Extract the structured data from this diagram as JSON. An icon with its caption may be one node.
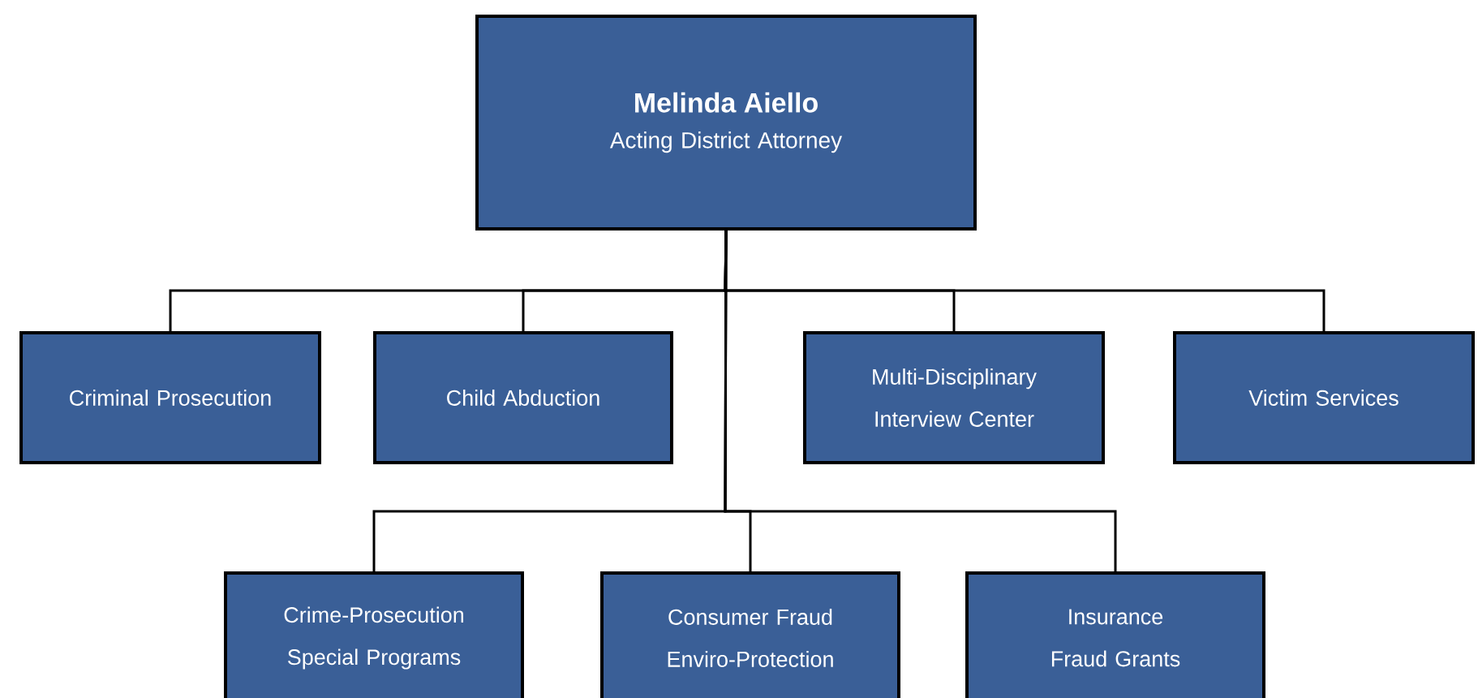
{
  "diagram": {
    "nodes": [
      {
        "text": [
          "Melinda Aiello",
          "Acting District Attorney"
        ]
      },
      {
        "text": [
          "Criminal Prosecution"
        ]
      },
      {
        "text": [
          "Child Abduction"
        ]
      },
      {
        "text": [
          "Multi-Disciplinary Interview Center"
        ]
      },
      {
        "text": [
          "Victim Services"
        ]
      },
      {
        "text": [
          "Crime-Prosecution Special Programs"
        ]
      },
      {
        "text": [
          "Consumer Fraud Enviro-Protection"
        ]
      },
      {
        "text": [
          "Insurance Fraud Grants"
        ]
      }
    ],
    "edges": [
      {
        "from": 0,
        "to": 1,
        "arrow": "none"
      },
      {
        "from": 0,
        "to": 2,
        "arrow": "none"
      },
      {
        "from": 0,
        "to": 3,
        "arrow": "none"
      },
      {
        "from": 0,
        "to": 4,
        "arrow": "none"
      },
      {
        "from": 0,
        "to": 5,
        "arrow": "none"
      },
      {
        "from": 0,
        "to": 6,
        "arrow": "none"
      },
      {
        "from": 0,
        "to": 7,
        "arrow": "none"
      }
    ]
  }
}
